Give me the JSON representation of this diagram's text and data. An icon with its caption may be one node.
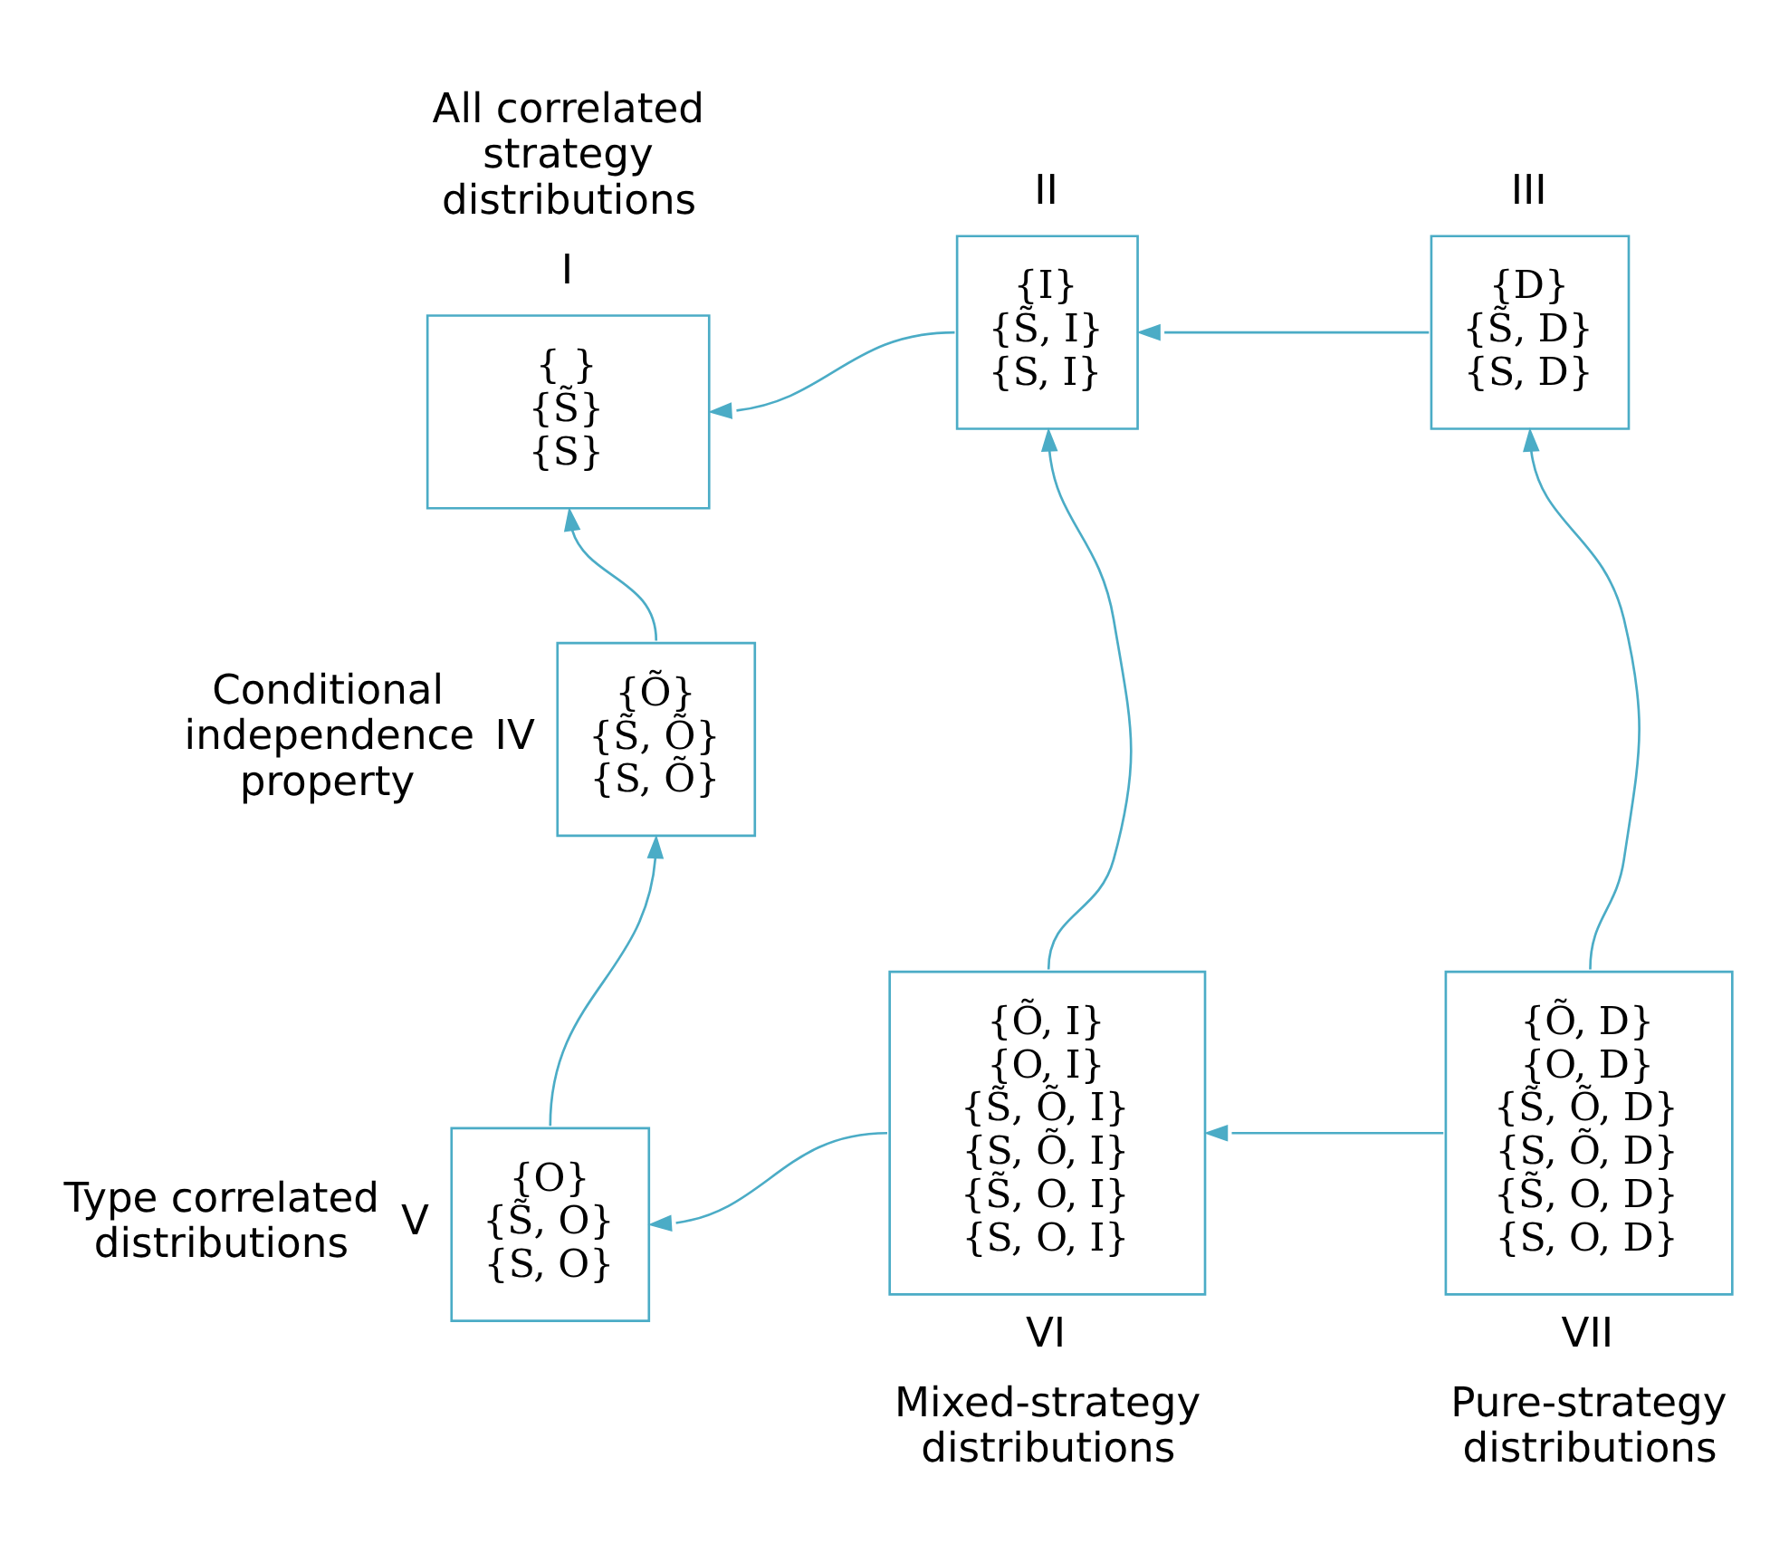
{
  "diagram": {
    "nodes": [
      {
        "text": [
          "{ }",
          "{S̃}",
          "{S}"
        ],
        "beside": [
          "All correlated strategy distributions",
          "I"
        ]
      },
      {
        "text": [
          "{I}",
          "{S̃, I}",
          "{S, I}"
        ],
        "beside": [
          "II"
        ]
      },
      {
        "text": [
          "{D}",
          "{S̃, D}",
          "{S, D}"
        ],
        "beside": [
          "III"
        ]
      },
      {
        "text": [
          "{Õ}",
          "{S̃, Õ}",
          "{S, Õ}"
        ],
        "beside": [
          "Conditional independence property",
          "IV"
        ]
      },
      {
        "text": [
          "{O}",
          "{S̃, O}",
          "{S, O}"
        ],
        "beside": [
          "Type correlated distributions",
          "V"
        ]
      },
      {
        "text": [
          "{Õ, I}",
          "{O, I}",
          "{S̃, Õ, I}",
          "{S, Õ, I}",
          "{S̃, O, I}",
          "{S, O, I}"
        ],
        "beside": [
          "VI",
          "Mixed-strategy distributions"
        ]
      },
      {
        "text": [
          "{Õ, D}",
          "{O, D}",
          "{S̃, Õ, D}",
          "{S, Õ, D}",
          "{S̃, O, D}",
          "{S, O, D}"
        ],
        "beside": [
          "VII",
          "Pure-strategy distributions"
        ]
      }
    ],
    "edges": [
      {
        "from": 1,
        "to": 0,
        "arrow": "to"
      },
      {
        "from": 2,
        "to": 1,
        "arrow": "to"
      },
      {
        "from": 3,
        "to": 0,
        "arrow": "to"
      },
      {
        "from": 5,
        "to": 1,
        "arrow": "to"
      },
      {
        "from": 6,
        "to": 2,
        "arrow": "to"
      },
      {
        "from": 4,
        "to": 3,
        "arrow": "to"
      },
      {
        "from": 5,
        "to": 4,
        "arrow": "to"
      },
      {
        "from": 6,
        "to": 5,
        "arrow": "to"
      }
    ]
  }
}
